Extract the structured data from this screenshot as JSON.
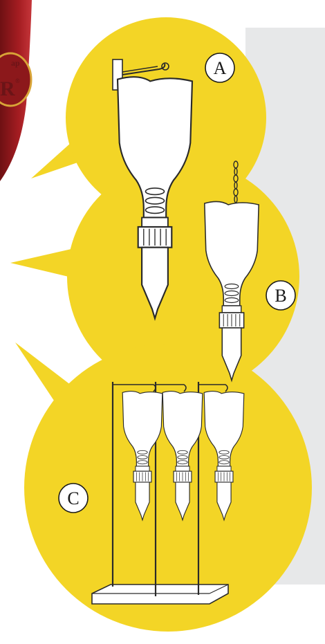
{
  "figure": {
    "labels": {
      "a": "A",
      "b": "B",
      "c": "C"
    },
    "logo": {
      "top_text": "ap",
      "letter": "R",
      "mark": "®"
    },
    "colors": {
      "blob_yellow": "#f3d526",
      "panel_gray": "#e7e8e9",
      "bottle_stroke": "#2a2a2a",
      "bottle_fill": "#ffffff",
      "logo_red": "#9e1c20",
      "logo_gold": "#d8a437"
    },
    "icons": {
      "wall_hook": "wall-hook-icon",
      "chain": "chain-icon",
      "stand": "rod-stand-icon",
      "bottle": "drip-bottle-icon"
    }
  }
}
